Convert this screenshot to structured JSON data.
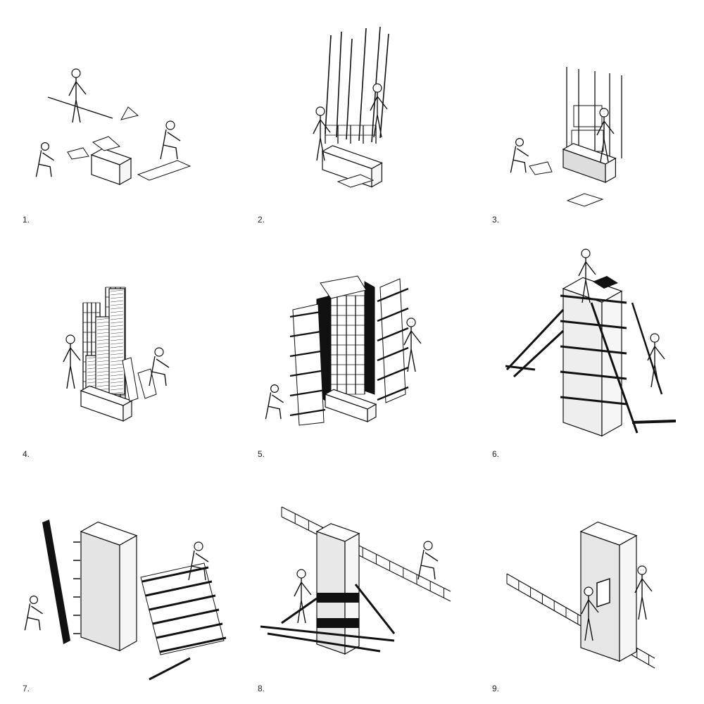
{
  "steps": [
    {
      "label": "1."
    },
    {
      "label": "2."
    },
    {
      "label": "3."
    },
    {
      "label": "4."
    },
    {
      "label": "5."
    },
    {
      "label": "6."
    },
    {
      "label": "7."
    },
    {
      "label": "8."
    },
    {
      "label": "9."
    }
  ]
}
